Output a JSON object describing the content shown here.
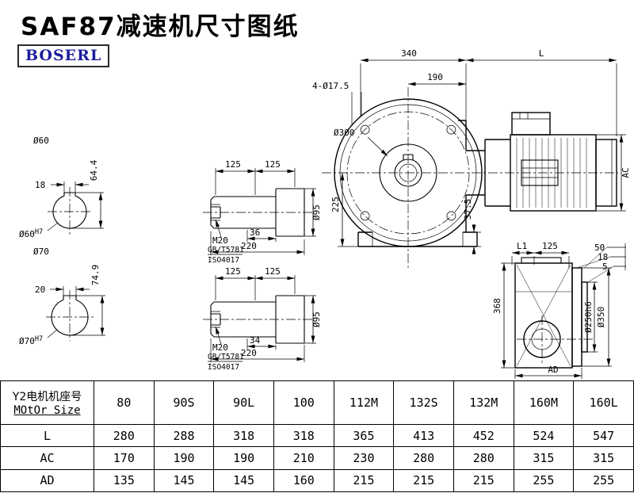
{
  "page": {
    "title": "SAF87减速机尺寸图纸",
    "logo": "BOSERL"
  },
  "colors": {
    "logo_text": "#1d1d9c",
    "line": "#000000"
  },
  "views": {
    "bore60": {
      "dia": "Ø60",
      "key_width": "18",
      "total_height": "64.4",
      "fit": "Ø60",
      "fit_tol": "H7"
    },
    "bore70": {
      "dia": "Ø70",
      "key_width": "20",
      "total_height": "74.9",
      "fit": "Ø70",
      "fit_tol": "H7"
    },
    "shaft60": {
      "dim1": "125",
      "dim2": "125",
      "dim3": "36",
      "dim4": "220",
      "dia": "Ø95",
      "thread": "M20",
      "std1": "GB/T5781",
      "std2": "ISO4017"
    },
    "shaft70": {
      "dim1": "125",
      "dim2": "125",
      "dim3": "34",
      "dim4": "220",
      "dia": "Ø95",
      "thread": "M20",
      "std1": "GB/T5781",
      "std2": "ISO4017"
    },
    "front": {
      "dim_340": "340",
      "dim_L": "L",
      "dim_190": "190",
      "holes": "4-Ø17.5",
      "flange_dia": "Ø300",
      "dim_225": "225",
      "dim_37_5": "37.5",
      "dim_AC": "AC"
    },
    "side": {
      "dim_L1": "L1",
      "dim_125": "125",
      "dim_50": "50",
      "dim_18": "18",
      "dim_5": "5",
      "dim_368": "368",
      "dia_spigot": "Ø250h6",
      "dia_flange": "Ø350",
      "dim_AD": "AD"
    }
  },
  "table": {
    "header_cn": "Y2电机机座号",
    "header_en": "MOtOr Size",
    "sizes": [
      "80",
      "90S",
      "90L",
      "100",
      "112M",
      "132S",
      "132M",
      "160M",
      "160L"
    ],
    "rows": [
      {
        "label": "L",
        "values": [
          "280",
          "288",
          "318",
          "318",
          "365",
          "413",
          "452",
          "524",
          "547"
        ]
      },
      {
        "label": "AC",
        "values": [
          "170",
          "190",
          "190",
          "210",
          "230",
          "280",
          "280",
          "315",
          "315"
        ]
      },
      {
        "label": "AD",
        "values": [
          "135",
          "145",
          "145",
          "160",
          "215",
          "215",
          "215",
          "255",
          "255"
        ]
      }
    ]
  }
}
